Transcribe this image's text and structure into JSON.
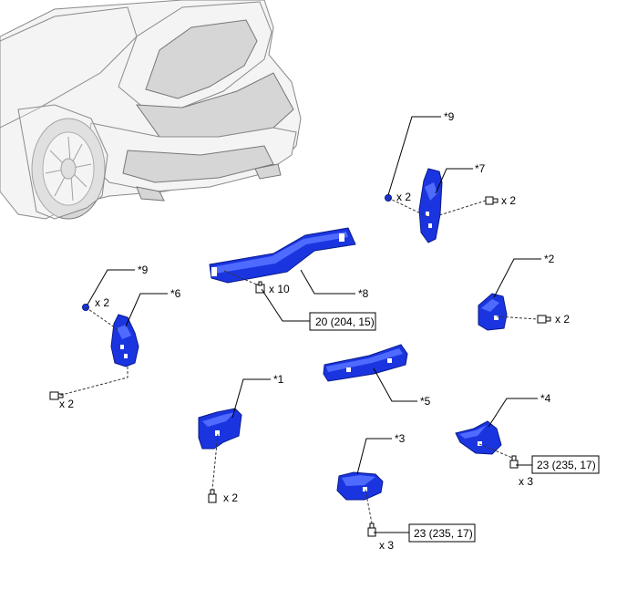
{
  "callouts": [
    {
      "key": "p9a",
      "text": "*9"
    },
    {
      "key": "p7",
      "text": "*7"
    },
    {
      "key": "p8",
      "text": "*8"
    },
    {
      "key": "p2",
      "text": "*2"
    },
    {
      "key": "p9b",
      "text": "*9"
    },
    {
      "key": "p6",
      "text": "*6"
    },
    {
      "key": "p1",
      "text": "*1"
    },
    {
      "key": "p5",
      "text": "*5"
    },
    {
      "key": "p4",
      "text": "*4"
    },
    {
      "key": "p3",
      "text": "*3"
    }
  ],
  "quantities": [
    {
      "key": "q9a",
      "text": "x 2"
    },
    {
      "key": "q7",
      "text": "x 2"
    },
    {
      "key": "q8",
      "text": "x 10"
    },
    {
      "key": "q2",
      "text": "x 2"
    },
    {
      "key": "q9b",
      "text": "x 2"
    },
    {
      "key": "q6",
      "text": "x 2"
    },
    {
      "key": "q1",
      "text": "x 2"
    },
    {
      "key": "q4",
      "text": "x 3"
    },
    {
      "key": "q3",
      "text": "x 3"
    }
  ],
  "torques": [
    {
      "key": "t8",
      "text": "20 (204, 15)"
    },
    {
      "key": "t4",
      "text": "23 (235, 17)"
    },
    {
      "key": "t3",
      "text": "23 (235, 17)"
    }
  ],
  "colors": {
    "part": "#1a35e0",
    "line": "#000000",
    "car": "#f4f4f4"
  }
}
